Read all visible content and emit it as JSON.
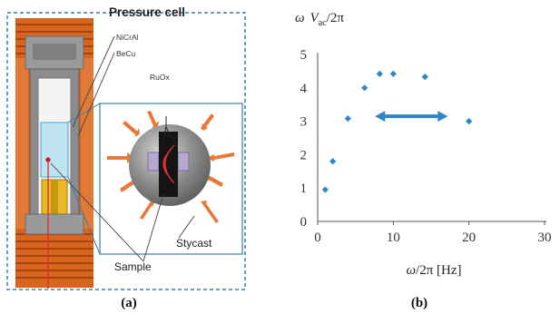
{
  "panel_a": {
    "title": "Pressure cell",
    "labels": {
      "nicral": "NiCrAl",
      "becu": "BeCu",
      "ruox": "RuOx",
      "stycast": "Stycast",
      "sample": "Sample"
    },
    "caption": "(a)"
  },
  "panel_b": {
    "caption": "(b)"
  },
  "chart_data": {
    "type": "scatter",
    "title": "",
    "ylabel_parts": {
      "omega": "ω",
      "v": "V",
      "sub": "ac",
      "rest": "/2π"
    },
    "xlabel_parts": {
      "omega": "ω",
      "rest": "/2π [Hz]"
    },
    "xlim": [
      0,
      30
    ],
    "ylim": [
      0,
      5
    ],
    "x_ticks": [
      0,
      10,
      20,
      30
    ],
    "y_ticks": [
      0,
      1,
      2,
      3,
      4,
      5
    ],
    "grid": false,
    "color": "#2e86c8",
    "points": [
      {
        "x": 1,
        "y": 0.95
      },
      {
        "x": 2,
        "y": 1.8
      },
      {
        "x": 4,
        "y": 3.08
      },
      {
        "x": 6.2,
        "y": 4.0
      },
      {
        "x": 8.2,
        "y": 4.42
      },
      {
        "x": 10,
        "y": 4.42
      },
      {
        "x": 14.2,
        "y": 4.33
      },
      {
        "x": 20,
        "y": 3.0
      }
    ],
    "double_arrow": {
      "x_from": 7.6,
      "x_to": 17.2,
      "y": 3.15
    }
  }
}
